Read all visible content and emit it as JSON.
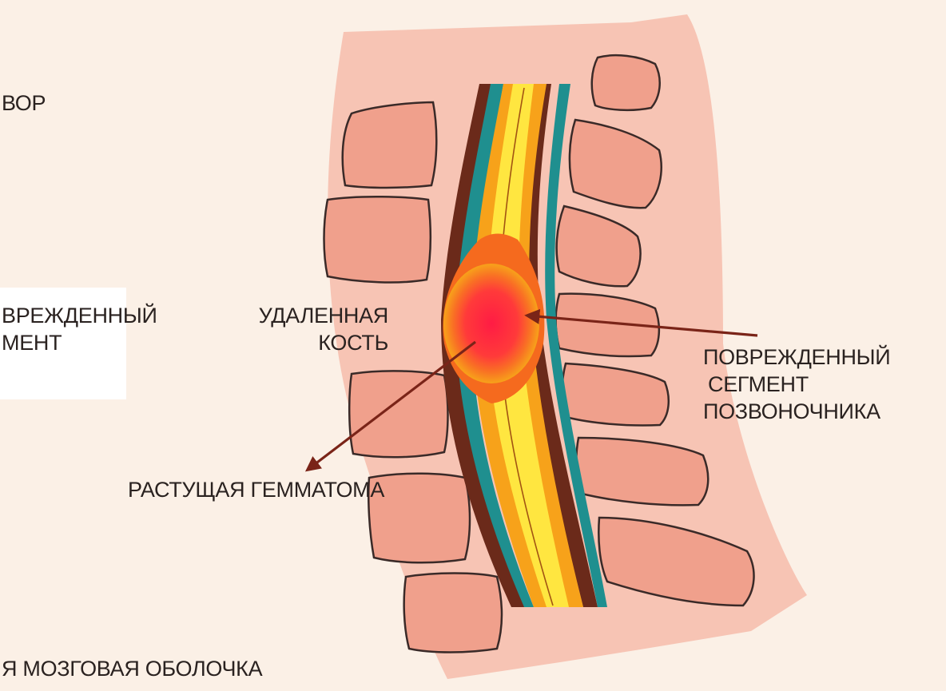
{
  "labels": {
    "top_left": "ВОР",
    "left_middle_line1": "ВРЕЖДЕННЫЙ",
    "left_middle_line2": "МЕНТ",
    "removed_bone_line1": "УДАЛЕННАЯ",
    "removed_bone_line2": "КОСТЬ",
    "damaged_segment_line1": "ПОВРЕЖДЕННЫЙ",
    "damaged_segment_line2": "СЕГМЕНТ",
    "damaged_segment_line3": "ПОЗВОНОЧНИКА",
    "hematoma": "РАСТУЩАЯ ГЕММАТОМА",
    "bottom_left": "Я МОЗГОВАЯ ОБОЛОЧКА"
  },
  "colors": {
    "background": "#fbf0e6",
    "tissue": "#f7c4b4",
    "vertebra": "#f0a08c",
    "vertebra_outline": "#3a2a28",
    "dura": "#6b2a1a",
    "teal_layer": "#1f8f8f",
    "cord_outer": "#f7a21a",
    "cord_inner": "#ffe640",
    "hematoma": "#f56a1e",
    "hematoma_core": "#ff2a44",
    "arrow": "#7a2418"
  }
}
